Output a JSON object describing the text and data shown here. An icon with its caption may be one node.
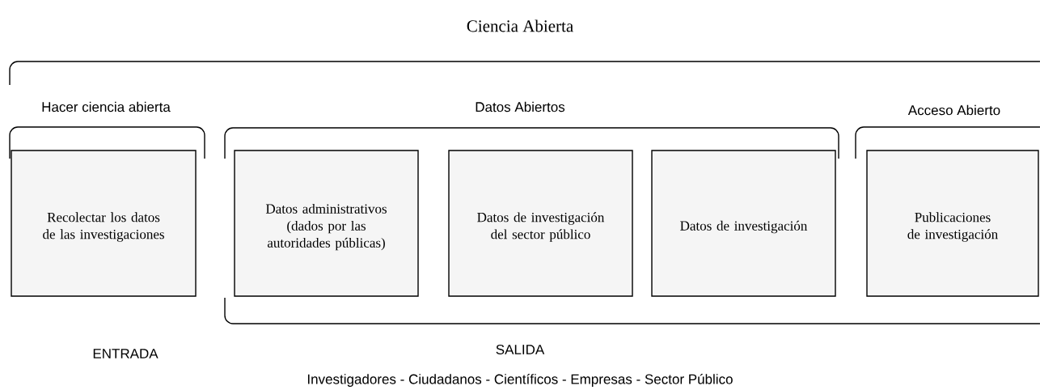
{
  "diagram": {
    "title": "Ciencia Abierta",
    "nodes": [
      {
        "text": [
          "Recolectar los datos de las investigaciones"
        ]
      },
      {
        "text": [
          "Datos administrativos (dados por las autoridades públicas)"
        ]
      },
      {
        "text": [
          "Datos de investigación del sector público"
        ]
      },
      {
        "text": [
          "Datos de investigación"
        ]
      },
      {
        "text": [
          "Publicaciones de investigación"
        ]
      }
    ],
    "labels": [
      "Hacer ciencia abierta",
      "Datos Abiertos",
      "Acceso Abierto",
      "ENTRADA",
      "SALIDA",
      "Investigadores - Ciudadanos - Científicos - Empresas - Sector Público"
    ]
  }
}
